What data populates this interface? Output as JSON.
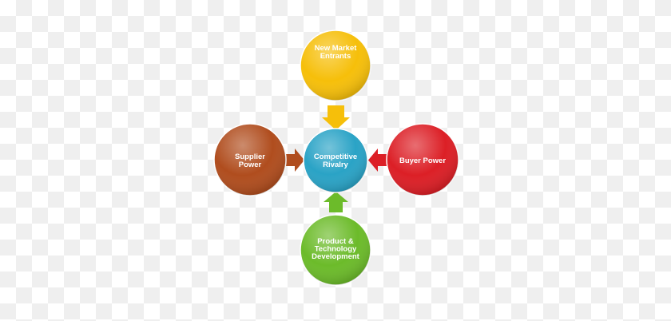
{
  "diagram": {
    "center": {
      "label_lines": [
        "Competitive",
        "Rivalry"
      ],
      "color": "#2aa3c6"
    },
    "forces": [
      {
        "id": "new-market-entrants",
        "label_lines": [
          "New Market",
          "Entrants"
        ],
        "color": "#f6bf0a",
        "position": "top"
      },
      {
        "id": "supplier-power",
        "label_lines": [
          "Supplier",
          "Power"
        ],
        "color": "#b04d1e",
        "position": "left"
      },
      {
        "id": "buyer-power",
        "label_lines": [
          "Buyer Power"
        ],
        "color": "#dc1f26",
        "position": "right"
      },
      {
        "id": "product-technology-development",
        "label_lines": [
          "Product &",
          "Technology",
          "Development"
        ],
        "color": "#6cbb2a",
        "position": "bottom"
      }
    ]
  }
}
